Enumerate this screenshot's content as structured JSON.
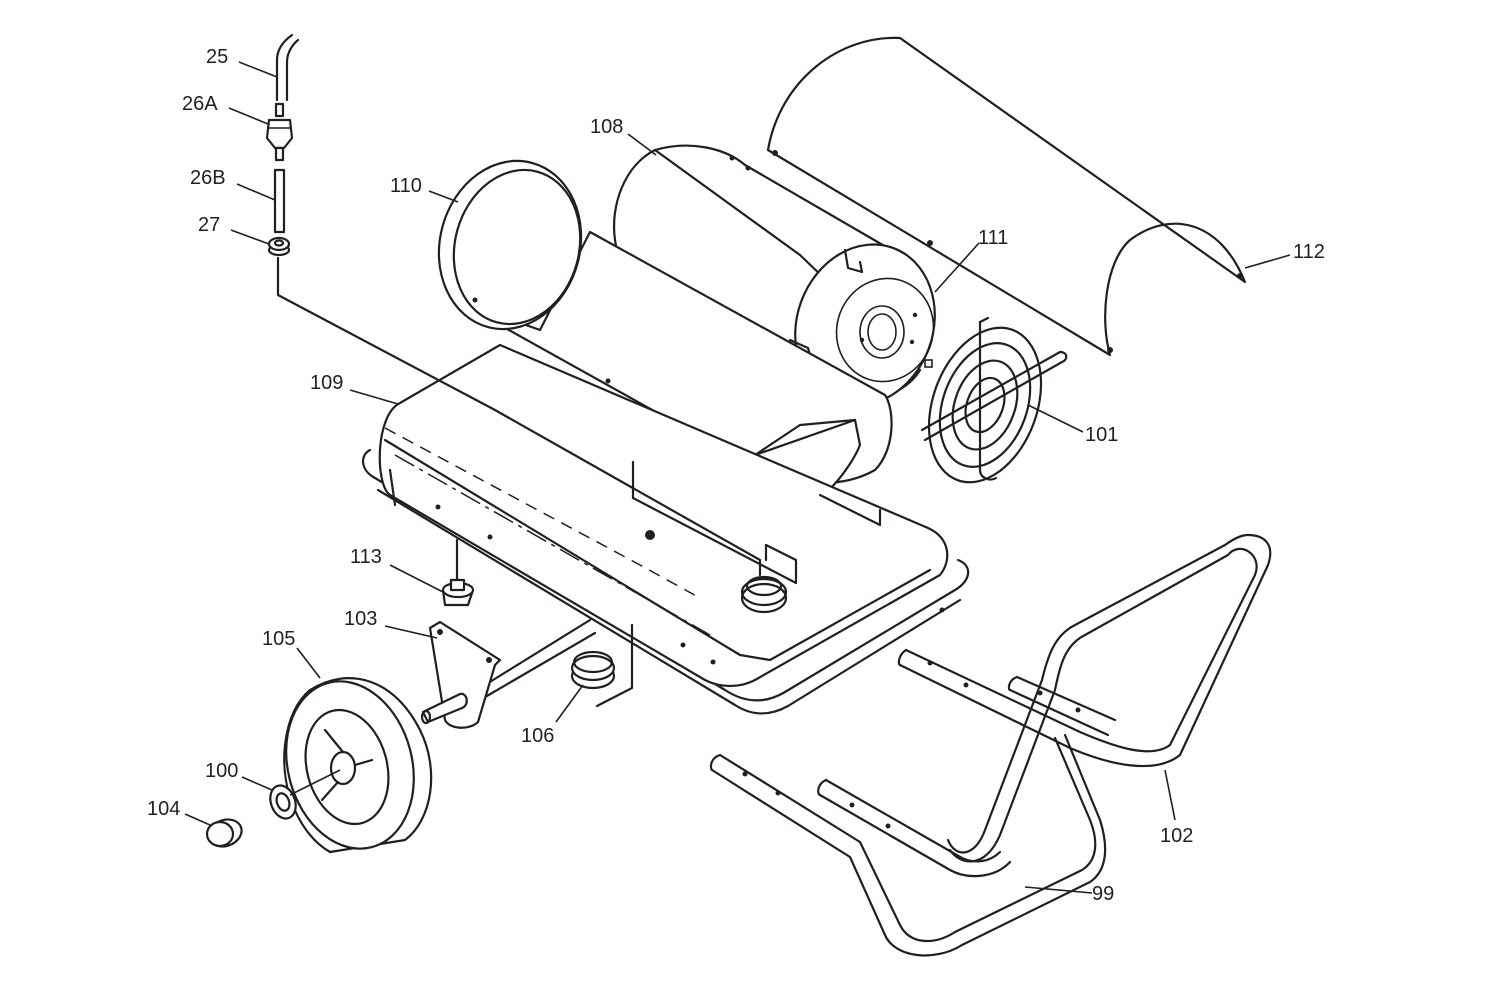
{
  "callouts": {
    "c25": "25",
    "c26a": "26A",
    "c26b": "26B",
    "c27": "27",
    "c99": "99",
    "c100": "100",
    "c101": "101",
    "c102": "102",
    "c103": "103",
    "c104": "104",
    "c105": "105",
    "c106": "106",
    "c108": "108",
    "c109": "109",
    "c110": "110",
    "c111": "111",
    "c112": "112",
    "c113": "113"
  }
}
